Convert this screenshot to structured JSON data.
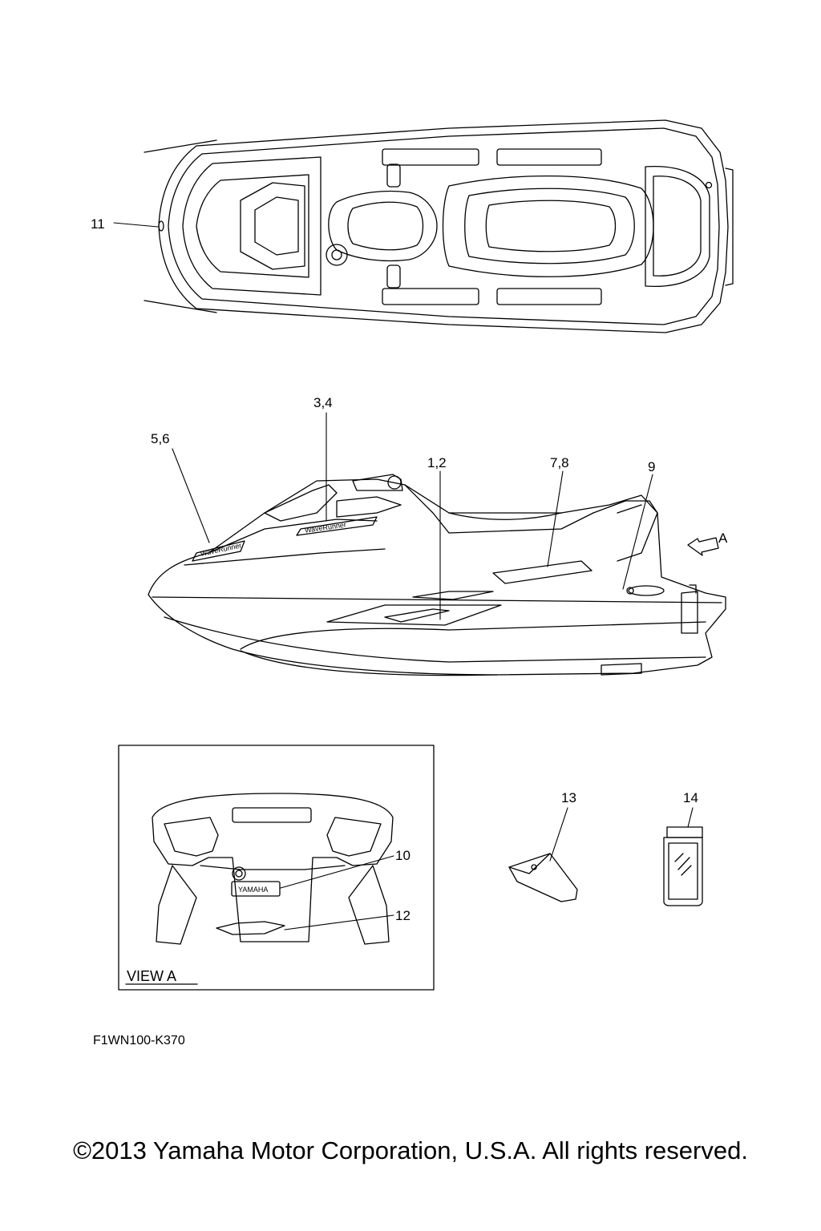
{
  "callouts": {
    "c11": "11",
    "c3_4": "3,4",
    "c5_6": "5,6",
    "c1_2": "1,2",
    "c7_8": "7,8",
    "c9": "9",
    "cA": "A",
    "c10": "10",
    "c12": "12",
    "c13": "13",
    "c14": "14"
  },
  "view_label": "VIEW A",
  "decal_yamaha": "YAMAHA",
  "part_code": "F1WN100-K370",
  "copyright": "©2013 Yamaha Motor Corporation, U.S.A. All rights reserved."
}
